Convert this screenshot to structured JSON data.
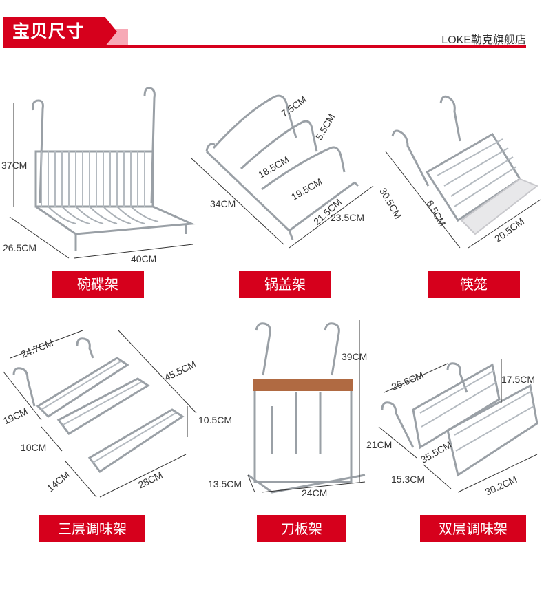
{
  "header": {
    "title": "宝贝尺寸",
    "store": "LOKE勒克旗舰店"
  },
  "products": [
    {
      "name": "碗碟架",
      "dims": [
        "37CM",
        "26.5CM",
        "40CM"
      ]
    },
    {
      "name": "锅盖架",
      "dims": [
        "7.5CM",
        "5.5CM",
        "18.5CM",
        "34CM",
        "19.5CM",
        "21.5CM",
        "23.5CM"
      ]
    },
    {
      "name": "筷笼",
      "dims": [
        "30.5CM",
        "6.5CM",
        "20.5CM"
      ]
    },
    {
      "name": "三层调味架",
      "dims": [
        "24.7CM",
        "45.5CM",
        "19CM",
        "10.5CM",
        "10CM",
        "14CM",
        "28CM"
      ]
    },
    {
      "name": "刀板架",
      "dims": [
        "39CM",
        "13.5CM",
        "24CM"
      ]
    },
    {
      "name": "双层调味架",
      "dims": [
        "26.6CM",
        "17.5CM",
        "21CM",
        "35.5CM",
        "15.3CM",
        "30.2CM"
      ]
    }
  ]
}
